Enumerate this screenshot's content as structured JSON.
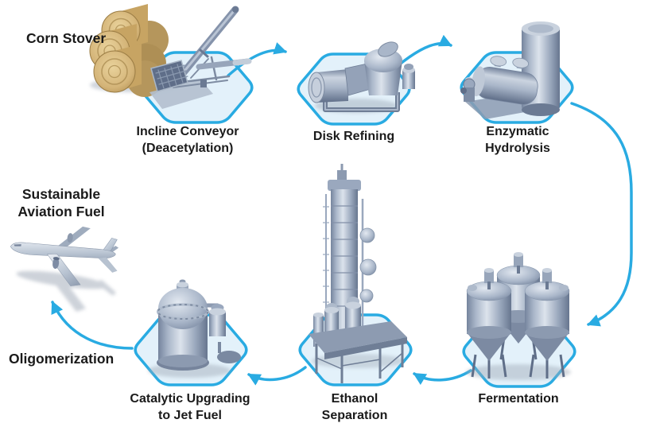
{
  "diagram": {
    "input_label": "Corn Stover",
    "output_label": {
      "line1": "Sustainable",
      "line2": "Aviation Fuel"
    },
    "oligomerization_label": "Oligomerization",
    "stages": [
      {
        "line1": "Incline Conveyor",
        "line2": "(Deacetylation)"
      },
      {
        "line1": "Disk Refining",
        "line2": ""
      },
      {
        "line1": "Enzymatic",
        "line2": "Hydrolysis"
      },
      {
        "line1": "Fermentation",
        "line2": ""
      },
      {
        "line1": "Ethanol",
        "line2": "Separation"
      },
      {
        "line1": "Catalytic Upgrading",
        "line2": "to Jet Fuel"
      }
    ],
    "colors": {
      "accent": "#29ABE2",
      "hexfill": "#E3F1FA",
      "text": "#1A1A1A",
      "bale": "#C7A463"
    }
  }
}
